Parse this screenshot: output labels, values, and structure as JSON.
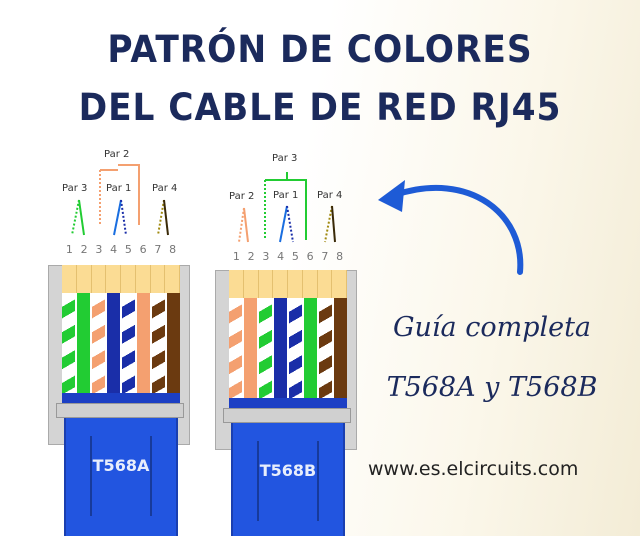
{
  "title_line1": "PATRÓN DE COLORES",
  "title_line2": "DEL CABLE DE RED RJ45",
  "guide_line1": "Guía completa",
  "guide_line2": "T568A y T568B",
  "url": "www.es.elcircuits.com",
  "pin_numbers": [
    "1",
    "2",
    "3",
    "4",
    "5",
    "6",
    "7",
    "8"
  ],
  "colors": {
    "title": "#1b2a5c",
    "arrow": "#1e5bd6",
    "green": "#22cc33",
    "orange": "#f4a070",
    "blue": "#1a2ea8",
    "brown": "#6b3a10"
  },
  "connectors": [
    {
      "label": "T568A",
      "pairs": {
        "top": "Par 2",
        "left": "Par 3",
        "middle": "Par 1",
        "right": "Par 4"
      },
      "wires": [
        {
          "c": "green",
          "s": true
        },
        {
          "c": "green",
          "s": false
        },
        {
          "c": "orange",
          "s": true
        },
        {
          "c": "blue",
          "s": false
        },
        {
          "c": "blue",
          "s": true
        },
        {
          "c": "orange",
          "s": false
        },
        {
          "c": "brown",
          "s": true
        },
        {
          "c": "brown",
          "s": false
        }
      ]
    },
    {
      "label": "T568B",
      "pairs": {
        "top": "Par 3",
        "left": "Par 2",
        "middle": "Par 1",
        "right": "Par 4"
      },
      "wires": [
        {
          "c": "orange",
          "s": true
        },
        {
          "c": "orange",
          "s": false
        },
        {
          "c": "green",
          "s": true
        },
        {
          "c": "blue",
          "s": false
        },
        {
          "c": "blue",
          "s": true
        },
        {
          "c": "green",
          "s": false
        },
        {
          "c": "brown",
          "s": true
        },
        {
          "c": "brown",
          "s": false
        }
      ]
    }
  ]
}
